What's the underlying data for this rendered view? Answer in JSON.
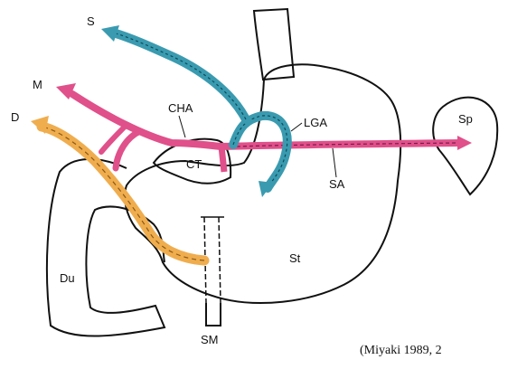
{
  "labels": {
    "s": "S",
    "m": "M",
    "d": "D",
    "cha": "CHA",
    "lga": "LGA",
    "ct": "CT",
    "sa": "SA",
    "sp": "Sp",
    "du": "Du",
    "st": "St",
    "sm": "SM"
  },
  "citation": "(Miyaki 1989, 2",
  "colors": {
    "outline": "#111111",
    "blue_vessel": "#3a9bb0",
    "pink_vessel": "#e0508a",
    "orange_vessel": "#f0ad4e"
  }
}
